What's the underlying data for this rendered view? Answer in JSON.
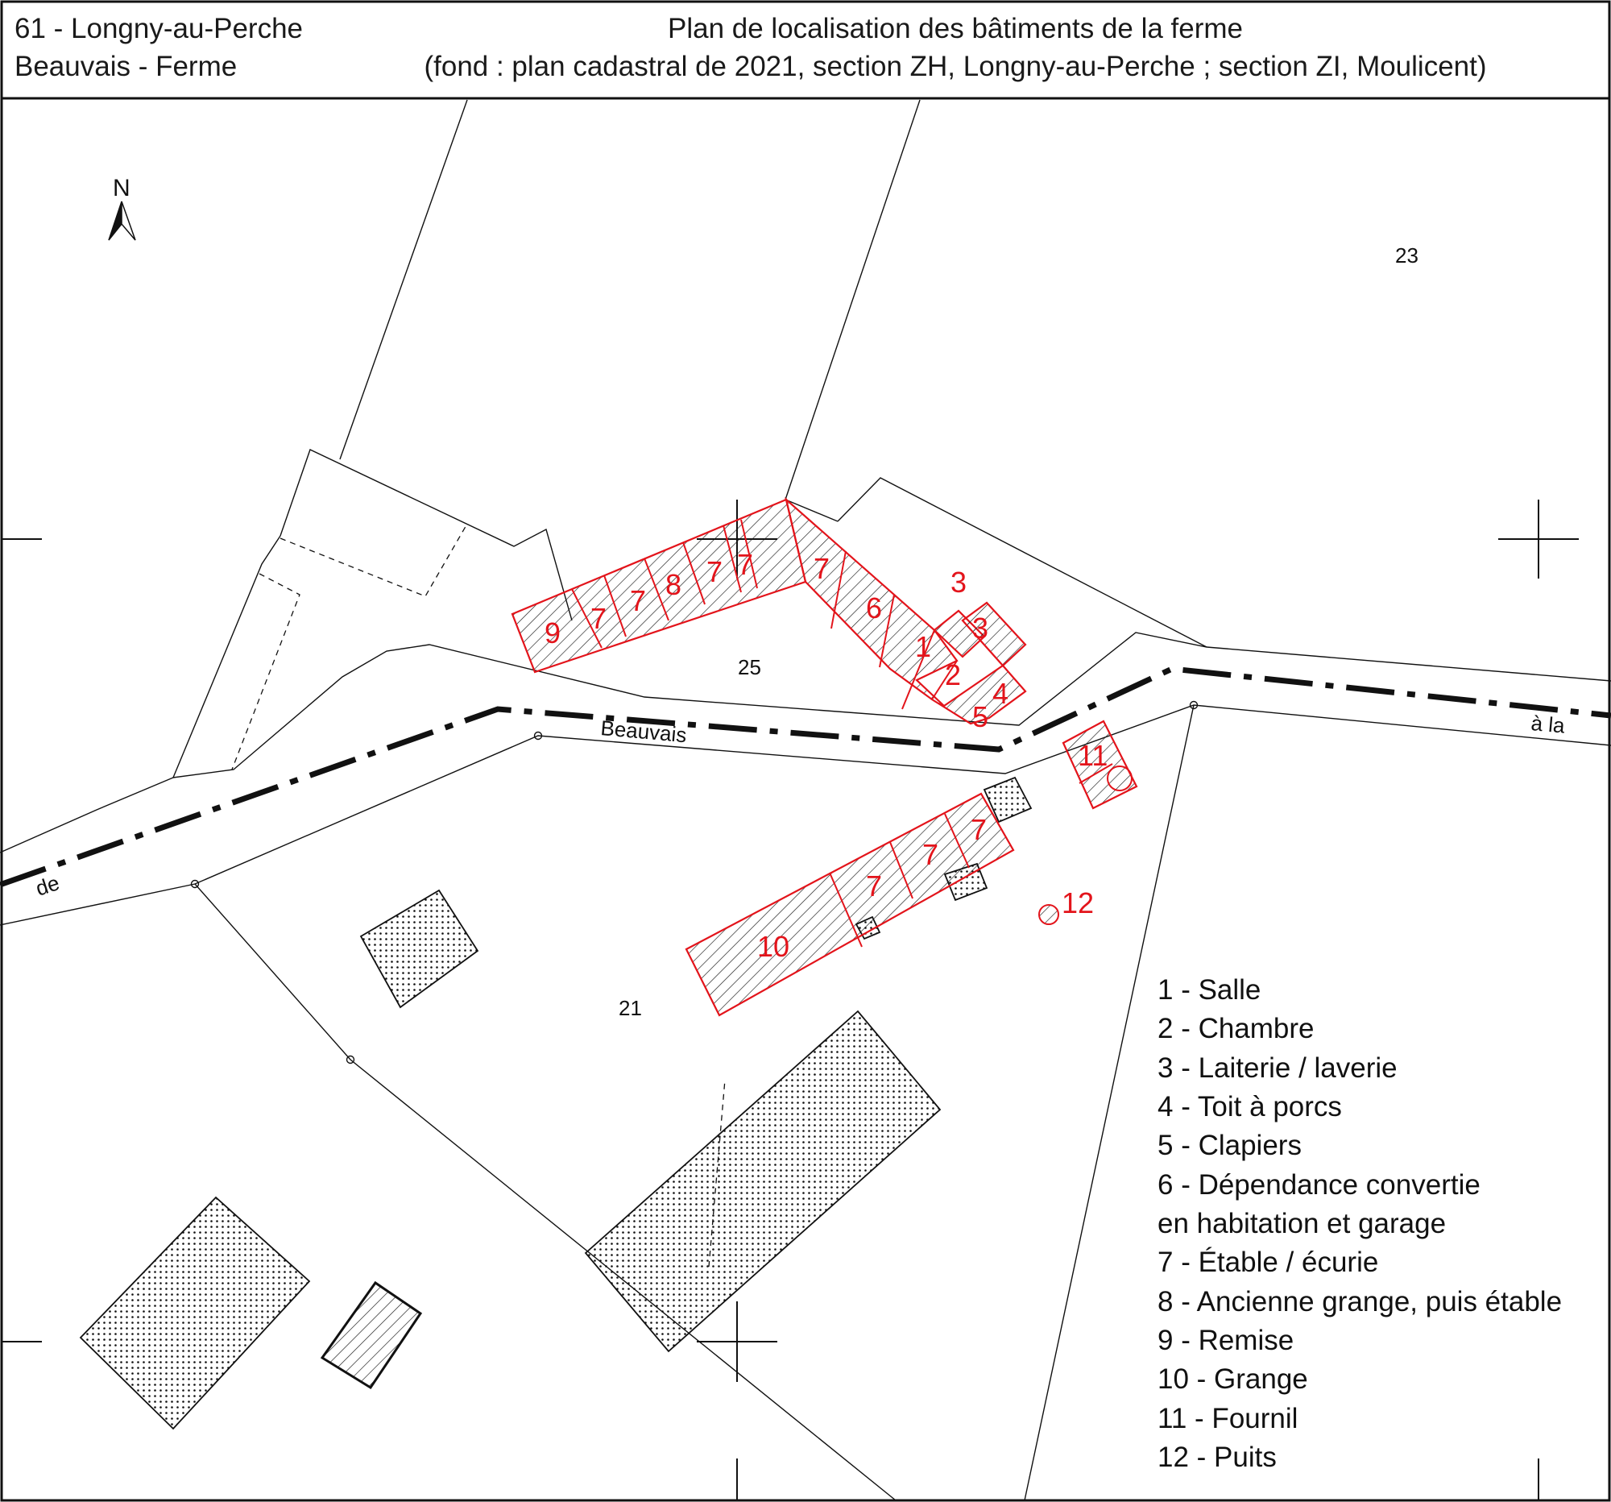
{
  "header": {
    "location_line1": "61 - Longny-au-Perche",
    "location_line2": "Beauvais - Ferme",
    "title_line1": "Plan de localisation des bâtiments de la ferme",
    "title_line2": "(fond : plan cadastral de 2021, section ZH, Longny-au-Perche ; section ZI, Moulicent)"
  },
  "north_arrow": {
    "label": "N"
  },
  "parcels": {
    "p23": "23",
    "p25": "25",
    "p21": "21"
  },
  "road_labels": {
    "de": "de",
    "beauvais": "Beauvais",
    "a_la": "à la"
  },
  "building_labels": {
    "b9": "9",
    "b7a": "7",
    "b7b": "7",
    "b8": "8",
    "b7c": "7",
    "b7d": "7",
    "b7e": "7",
    "b6": "6",
    "b1": "1",
    "b2": "2",
    "b3a": "3",
    "b3b": "3",
    "b4": "4",
    "b5": "5",
    "b11": "11",
    "b10": "10",
    "b7f": "7",
    "b7g": "7",
    "b7h": "7",
    "b12": "12"
  },
  "legend": [
    "1 - Salle",
    "2 - Chambre",
    "3 - Laiterie / laverie",
    "4 - Toit à porcs",
    "5 - Clapiers",
    "6 - Dépendance convertie",
    "en habitation et garage",
    "7 - Étable / écurie",
    "8 - Ancienne grange, puis étable",
    "9 - Remise",
    "10 - Grange",
    "11 - Fournil",
    "12 - Puits"
  ],
  "colors": {
    "building_outline": "#e3141b",
    "cadastre_line": "#111111"
  }
}
